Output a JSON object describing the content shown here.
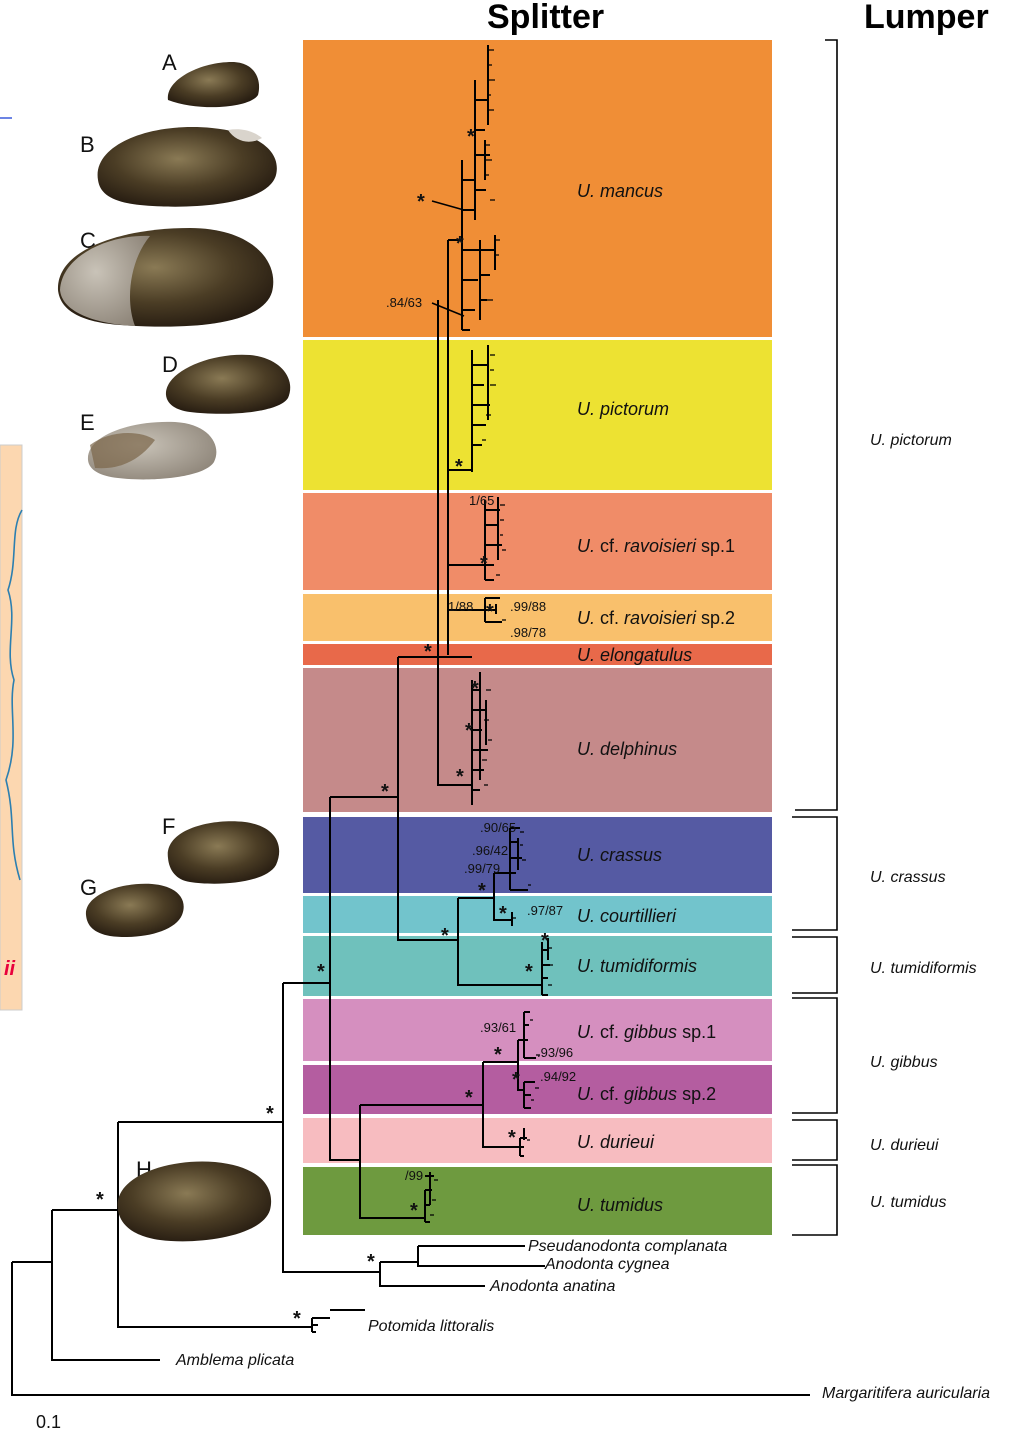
{
  "headers": {
    "splitter": "Splitter",
    "lumper": "Lumper"
  },
  "clades": [
    {
      "name_prefix": "U. ",
      "name_italic": "mancus",
      "name_suffix": "",
      "color": "#F08E36"
    },
    {
      "name_prefix": "U. ",
      "name_italic": "pictorum",
      "name_suffix": "",
      "color": "#EDE232"
    },
    {
      "name_prefix": "U. cf. ",
      "name_italic": "ravoisieri",
      "name_suffix": " sp.1",
      "color": "#F08C68"
    },
    {
      "name_prefix": "U. cf. ",
      "name_italic": "ravoisieri",
      "name_suffix": " sp.2",
      "color": "#F9C06C"
    },
    {
      "name_prefix": "U. ",
      "name_italic": "elongatulus",
      "name_suffix": "",
      "color": "#E8694A"
    },
    {
      "name_prefix": "U. ",
      "name_italic": "delphinus",
      "name_suffix": "",
      "color": "#C58A8A"
    },
    {
      "name_prefix": "U. ",
      "name_italic": "crassus",
      "name_suffix": "",
      "color": "#555AA3"
    },
    {
      "name_prefix": "U. ",
      "name_italic": "courtillieri",
      "name_suffix": "",
      "color": "#72C4CC"
    },
    {
      "name_prefix": "U. ",
      "name_italic": "tumidiformis",
      "name_suffix": "",
      "color": "#6FC1BC"
    },
    {
      "name_prefix": "U. cf. ",
      "name_italic": "gibbus",
      "name_suffix": " sp.1",
      "color": "#D58FBF"
    },
    {
      "name_prefix": "U. cf. ",
      "name_italic": "gibbus",
      "name_suffix": " sp.2",
      "color": "#B45DA0"
    },
    {
      "name_prefix": "U. ",
      "name_italic": "durieui",
      "name_suffix": "",
      "color": "#F7BCC0"
    },
    {
      "name_prefix": "U. ",
      "name_italic": "tumidus",
      "name_suffix": "",
      "color": "#6E9A3F"
    }
  ],
  "lumper_groups": [
    "U. pictorum",
    "U. crassus",
    "U. tumidiformis",
    "U. gibbus",
    "U. durieui",
    "U. tumidus"
  ],
  "outgroups": [
    "Pseudanodonta complanata",
    "Anodonta cygnea",
    "Anodonta anatina",
    "Potomida littoralis",
    "Amblema plicata",
    "Margaritifera auricularia"
  ],
  "support_values": [
    ".84/63",
    "1/65",
    "1/88",
    ".99/88",
    ".98/78",
    ".90/65",
    ".96/42",
    ".99/79",
    ".97/87",
    ".93/61",
    ".93/96",
    ".94/92",
    "/99"
  ],
  "shell_letters": [
    "A",
    "B",
    "C",
    "D",
    "E",
    "F",
    "G",
    "H"
  ],
  "scale_bar": "0.1",
  "colors": {
    "map_background": "#FCD7B0",
    "map_river": "#2C7FB0",
    "map_label": "#E8003C"
  }
}
